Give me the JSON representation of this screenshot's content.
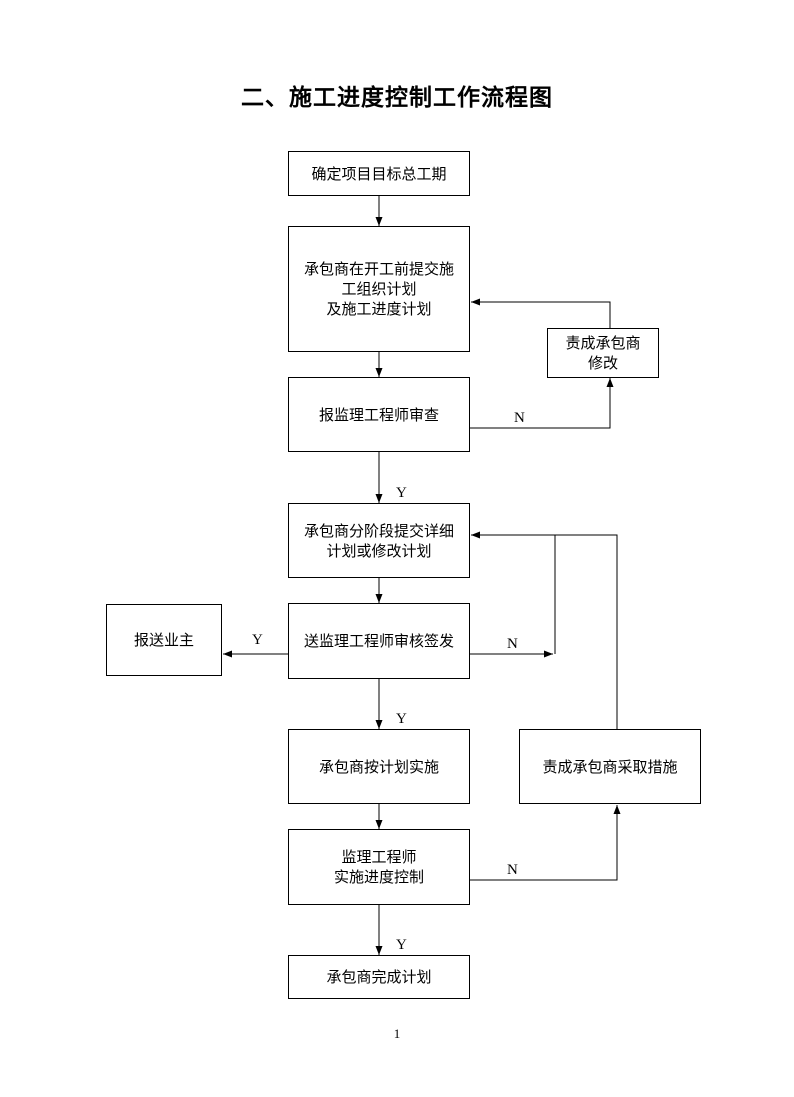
{
  "title": "二、施工进度控制工作流程图",
  "nodes": {
    "determine_period": "确定项目目标总工期",
    "submit_plan": "承包商在开工前提交施\n工组织计划\n及施工进度计划",
    "contractor_revise": "责成承包商\n修改",
    "engineer_review": "报监理工程师审查",
    "submit_detail": "承包商分阶段提交详细\n计划或修改计划",
    "approve_sign": "送监理工程师审核签发",
    "report_owner": "报送业主",
    "implement": "承包商按计划实施",
    "take_measures": "责成承包商采取措施",
    "progress_control": "监理工程师\n实施进度控制",
    "complete": "承包商完成计划"
  },
  "edge_labels": {
    "review_no": "N",
    "review_yes": "Y",
    "sign_yes": "Y",
    "sign_no": "N",
    "sign_yes_down": "Y",
    "control_no": "N",
    "control_yes": "Y"
  },
  "page_number": "1"
}
